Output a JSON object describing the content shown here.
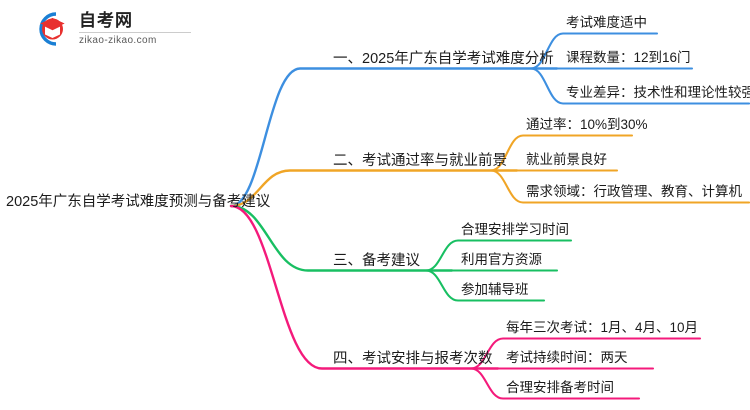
{
  "logo": {
    "title": "自考网",
    "subtitle": "zikao-zikao.com",
    "mark_arc_color": "#1a7fd4",
    "mark_cap_color": "#e8312f"
  },
  "mindmap": {
    "root": {
      "label": "2025年广东自学考试难度预测与备考建议"
    },
    "branches": [
      {
        "label": "一、2025年广东自学考试难度分析",
        "color": "#3d8fe0",
        "children": [
          {
            "label": "考试难度适中"
          },
          {
            "label": "课程数量：12到16门"
          },
          {
            "label": "专业差异：技术性和理论性较强"
          }
        ]
      },
      {
        "label": "二、考试通过率与就业前景",
        "color": "#f0a526",
        "children": [
          {
            "label": "通过率：10%到30%"
          },
          {
            "label": "就业前景良好"
          },
          {
            "label": "需求领域：行政管理、教育、计算机"
          }
        ]
      },
      {
        "label": "三、备考建议",
        "color": "#18bf62",
        "children": [
          {
            "label": "合理安排学习时间"
          },
          {
            "label": "利用官方资源"
          },
          {
            "label": "参加辅导班"
          }
        ]
      },
      {
        "label": "四、考试安排与报考次数",
        "color": "#f41a7b",
        "children": [
          {
            "label": "每年三次考试：1月、4月、10月"
          },
          {
            "label": "考试持续时间：两天"
          },
          {
            "label": "合理安排备考时间"
          }
        ]
      }
    ]
  }
}
